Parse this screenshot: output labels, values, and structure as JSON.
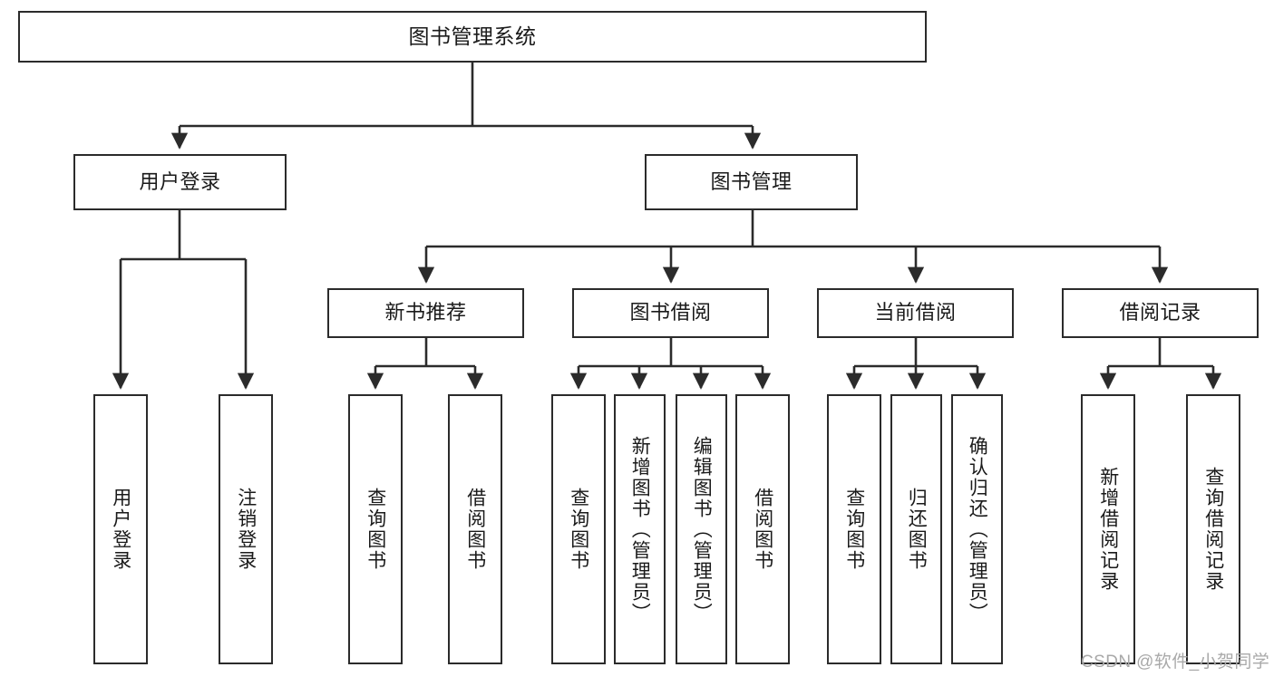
{
  "diagram": {
    "title": "图书管理系统",
    "type": "functional-structure-tree",
    "watermark": "CSDN @软件_小贺同学",
    "colors": {
      "border": "#2b2b2b",
      "background": "#ffffff",
      "text": "#1a1a1a",
      "watermark": "#a9a9a9"
    },
    "levels": {
      "root": {
        "label": "图书管理系统"
      },
      "level2": [
        {
          "id": "user-login",
          "label": "用户登录"
        },
        {
          "id": "book-management",
          "label": "图书管理"
        }
      ],
      "level3": [
        {
          "id": "new-book-recommend",
          "label": "新书推荐",
          "parent": "book-management"
        },
        {
          "id": "book-borrow",
          "label": "图书借阅",
          "parent": "book-management"
        },
        {
          "id": "current-borrow",
          "label": "当前借阅",
          "parent": "book-management"
        },
        {
          "id": "borrow-record",
          "label": "借阅记录",
          "parent": "book-management"
        }
      ],
      "leaves": [
        {
          "id": "leaf-user-login",
          "label": "用户登录",
          "parent": "user-login"
        },
        {
          "id": "leaf-logout",
          "label": "注销登录",
          "parent": "user-login"
        },
        {
          "id": "leaf-query-book-1",
          "label": "查询图书",
          "parent": "new-book-recommend"
        },
        {
          "id": "leaf-borrow-book-1",
          "label": "借阅图书",
          "parent": "new-book-recommend"
        },
        {
          "id": "leaf-query-book-2",
          "label": "查询图书",
          "parent": "book-borrow"
        },
        {
          "id": "leaf-add-book",
          "label": "新增图书（管理员）",
          "parent": "book-borrow"
        },
        {
          "id": "leaf-edit-book",
          "label": "编辑图书（管理员）",
          "parent": "book-borrow"
        },
        {
          "id": "leaf-borrow-book-2",
          "label": "借阅图书",
          "parent": "book-borrow"
        },
        {
          "id": "leaf-query-book-3",
          "label": "查询图书",
          "parent": "current-borrow"
        },
        {
          "id": "leaf-return-book",
          "label": "归还图书",
          "parent": "current-borrow"
        },
        {
          "id": "leaf-confirm-return",
          "label": "确认归还（管理员）",
          "parent": "current-borrow"
        },
        {
          "id": "leaf-add-record",
          "label": "新增借阅记录",
          "parent": "borrow-record"
        },
        {
          "id": "leaf-query-record",
          "label": "查询借阅记录",
          "parent": "borrow-record"
        }
      ]
    }
  }
}
